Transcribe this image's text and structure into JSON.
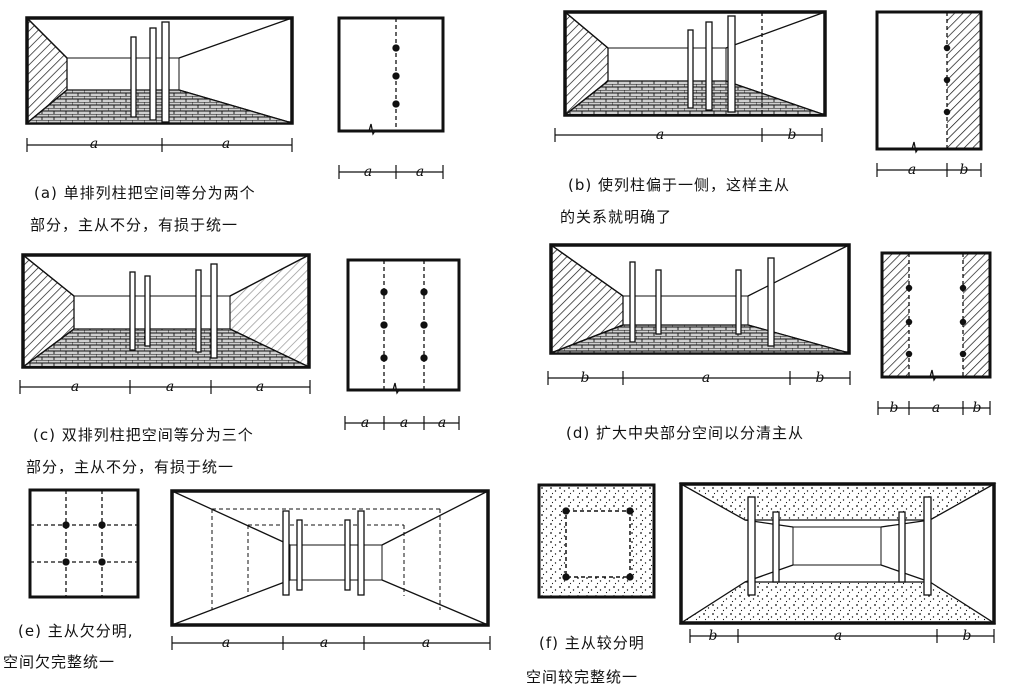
{
  "panels": {
    "a": {
      "caption_line1": "(a) 单排列柱把空间等分为两个",
      "caption_line2": "部分，主从不分，有损于统一",
      "perspective_dims": [
        "a",
        "a"
      ],
      "plan_dims": [
        "a",
        "a"
      ]
    },
    "b": {
      "caption_line1": "(b) 使列柱偏于一侧，这样主从",
      "caption_line2": "的关系就明确了",
      "perspective_dims": [
        "a",
        "b"
      ],
      "plan_dims": [
        "a",
        "b"
      ]
    },
    "c": {
      "caption_line1": "(c) 双排列柱把空间等分为三个",
      "caption_line2": "部分，主从不分，有损于统一",
      "perspective_dims": [
        "a",
        "a",
        "a"
      ],
      "plan_dims": [
        "a",
        "a",
        "a"
      ]
    },
    "d": {
      "caption_line1": "(d) 扩大中央部分空间以分清主从",
      "perspective_dims": [
        "b",
        "a",
        "b"
      ],
      "plan_dims": [
        "b",
        "a",
        "b"
      ]
    },
    "e": {
      "caption_line1": "(e) 主从欠分明,",
      "caption_line2": "空间欠完整统一",
      "perspective_dims": [
        "a",
        "a",
        "a"
      ]
    },
    "f": {
      "caption_line1": "(f) 主从较分明",
      "caption_line2": "空间较完整统一",
      "perspective_dims": [
        "b",
        "a",
        "b"
      ]
    }
  },
  "colors": {
    "ink": "#111111",
    "paper": "#ffffff"
  }
}
